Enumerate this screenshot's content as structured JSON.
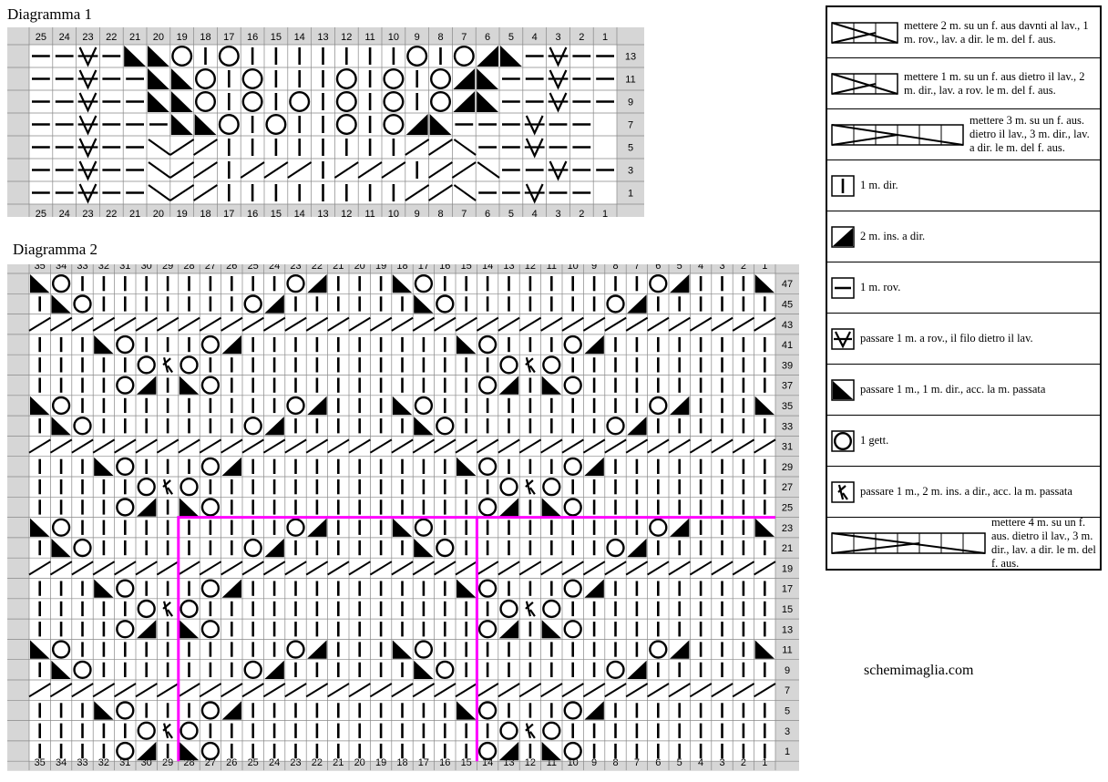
{
  "diagram1": {
    "title": "Diagramma 1",
    "columns": 25,
    "row_numbers": [
      "13",
      "11",
      "9",
      "7",
      "5",
      "3",
      "1"
    ],
    "column_numbers": [
      "25",
      "24",
      "23",
      "22",
      "21",
      "20",
      "19",
      "18",
      "17",
      "16",
      "15",
      "14",
      "13",
      "12",
      "11",
      "10",
      "9",
      "8",
      "7",
      "6",
      "5",
      "4",
      "3",
      "2",
      "1"
    ],
    "rows": [
      "--v-BR(|(|||||||(|(LB-v--",
      "--v--BR(|(|||(|(|(LB--v--",
      "--v--BR(|(|(|(|(|(LB--v--",
      "--v---BR(|(||(|(LB---v--",
      "--v--cCC||||||||CCc--v--",
      "--v--cCC|CCC|CCC|CCc--v--",
      "--v--cCC||||||||CCc--v--"
    ]
  },
  "diagram2": {
    "title": "Diagramma 2",
    "columns": 35,
    "row_numbers": [
      "47",
      "45",
      "43",
      "41",
      "39",
      "37",
      "35",
      "33",
      "31",
      "29",
      "27",
      "25",
      "23",
      "21",
      "19",
      "17",
      "15",
      "13",
      "11",
      "9",
      "7",
      "5",
      "3",
      "1"
    ],
    "column_numbers": [
      "35",
      "34",
      "33",
      "32",
      "31",
      "30",
      "29",
      "28",
      "27",
      "26",
      "25",
      "24",
      "23",
      "22",
      "21",
      "20",
      "19",
      "18",
      "17",
      "16",
      "15",
      "14",
      "13",
      "12",
      "11",
      "10",
      "9",
      "8",
      "7",
      "6",
      "5",
      "4",
      "3",
      "2",
      "1"
    ],
    "highlight_color": "#ff00ff"
  },
  "legend": [
    {
      "symbol": "cable-2-1",
      "text": "mettere 2 m. su un f. aus davnti al lav., 1 m. rov., lav. a dir. le m. del f. aus."
    },
    {
      "symbol": "cable-1-2",
      "text": "mettere 1 m. su un f. aus dietro il lav., 2 m. dir., lav. a rov. le m. del f. aus."
    },
    {
      "symbol": "cable-3-3",
      "text": "mettere 3 m. su un f. aus. dietro il lav., 3 m. dir., lav. a dir. le m. del f. aus."
    },
    {
      "symbol": "knit",
      "text": "1 m. dir."
    },
    {
      "symbol": "k2tog",
      "text": "2 m. ins. a dir."
    },
    {
      "symbol": "purl",
      "text": "1 m. rov."
    },
    {
      "symbol": "slip",
      "text": "passare 1 m. a rov., il filo dietro il lav."
    },
    {
      "symbol": "skp",
      "text": "passare 1 m., 1 m. dir., acc. la m. passata"
    },
    {
      "symbol": "yo",
      "text": "1 gett."
    },
    {
      "symbol": "sk2p",
      "text": "passare 1 m., 2 m. ins. a dir., acc. la m. passata"
    },
    {
      "symbol": "cable-4-3",
      "text": "mettere 4 m. su un f. aus. dietro il lav., 3 m. dir., lav. a dir. le m. del f. aus."
    }
  ],
  "website": "schemimaglia.com"
}
